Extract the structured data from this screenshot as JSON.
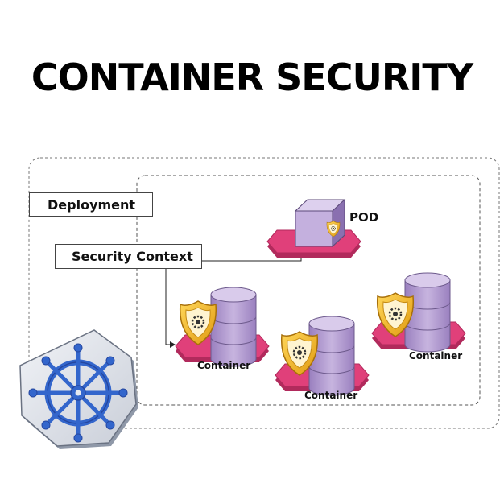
{
  "title": "CONTAINER SECURITY",
  "deployment": {
    "label": "Deployment"
  },
  "security_context": {
    "label": "Security Context"
  },
  "pod": {
    "label": "POD"
  },
  "containers": [
    {
      "label": "Container"
    },
    {
      "label": "Container"
    },
    {
      "label": "Container"
    }
  ],
  "icons": {
    "logo": "kubernetes-helm-icon",
    "shield": "shield-gear-icon",
    "storage": "database-cylinder-icon",
    "pod": "cube-icon"
  },
  "colors": {
    "platform_pink": "#e0407a",
    "cylinder_lilac": "#b39bd0",
    "cube_lilac": "#c4b0de",
    "shield_gold": "#f2b82a",
    "helm_blue": "#3366cc",
    "heptagon_gray": "#dde1e8"
  }
}
